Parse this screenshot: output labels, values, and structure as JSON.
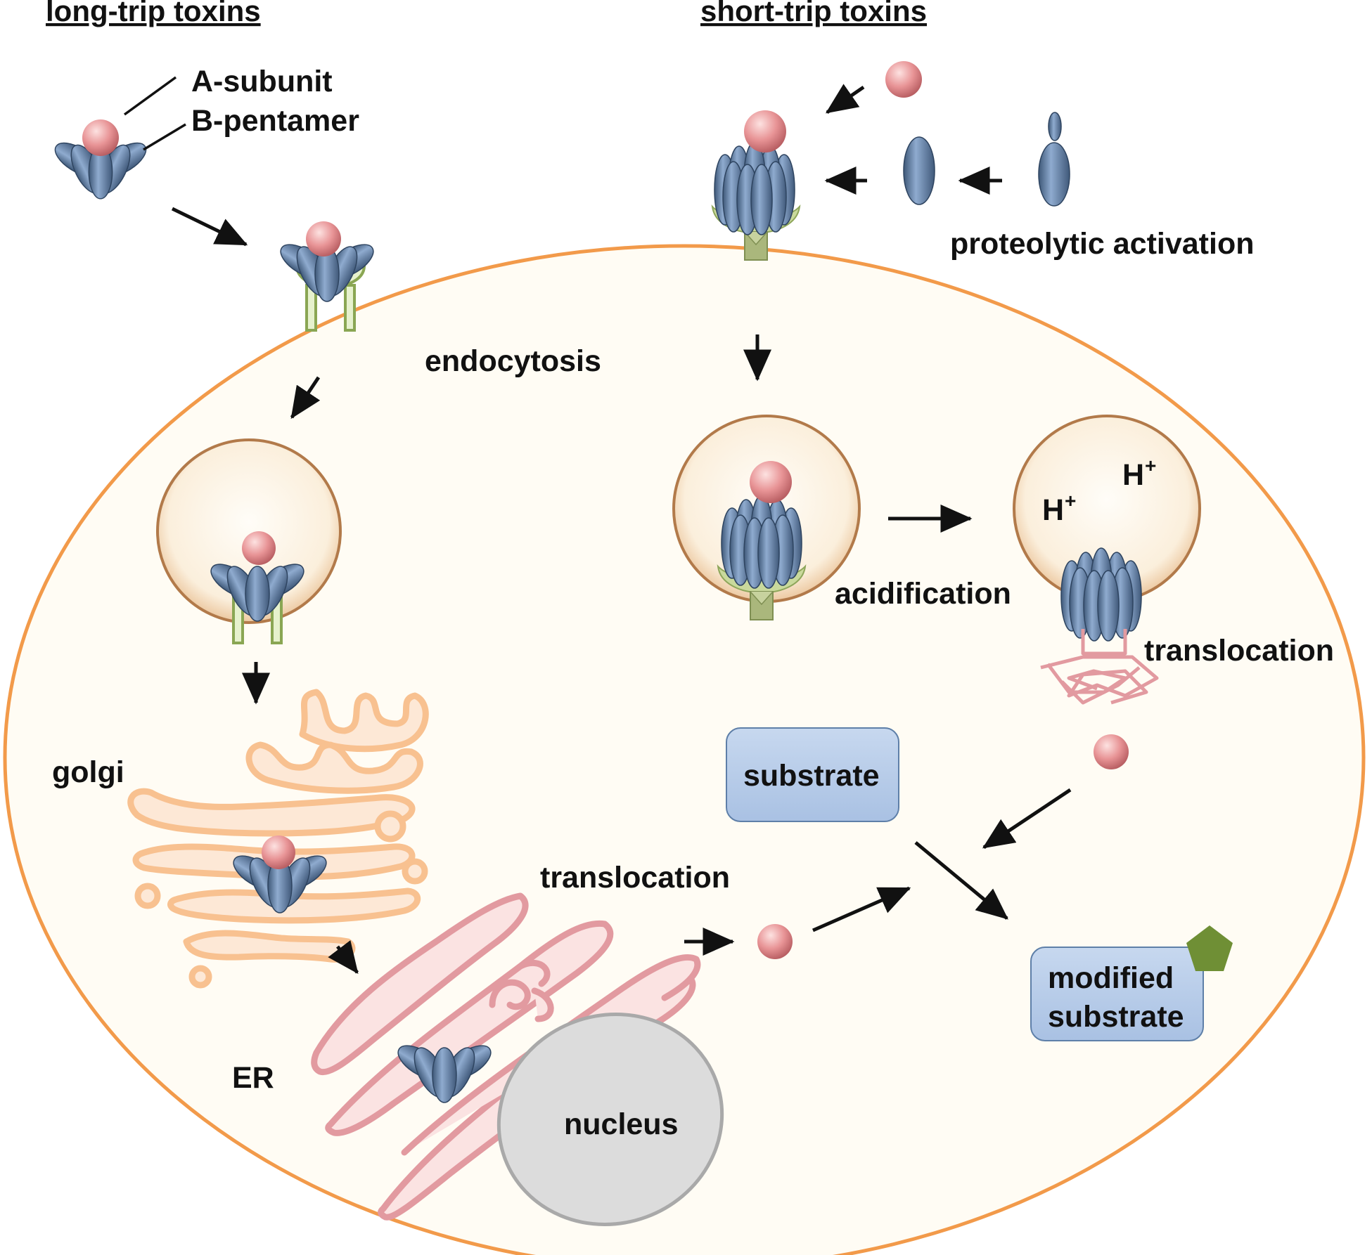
{
  "headers": {
    "long_trip": "long-trip toxins",
    "short_trip": "short-trip toxins"
  },
  "legend": {
    "a_subunit": "A-subunit",
    "b_pentamer": "B-pentamer"
  },
  "labels": {
    "proteolytic_activation": "proteolytic activation",
    "endocytosis": "endocytosis",
    "acidification": "acidification",
    "translocation_endosome": "translocation",
    "golgi": "golgi",
    "substrate": "substrate",
    "translocation_er": "translocation",
    "er": "ER",
    "nucleus": "nucleus",
    "modified_substrate_line1": "modified",
    "modified_substrate_line2": "substrate"
  },
  "proton": {
    "symbol": "H",
    "charge": "+"
  },
  "colors": {
    "cell_membrane": "#f29a4a",
    "cell_fill": "#fffcf4",
    "a_subunit": "#e89496",
    "b_subunit": "#6d8bb0",
    "receptor": "#93a968",
    "golgi": "#f8c190",
    "er": "#e29aa0",
    "nucleus": "#dcdcdc",
    "substrate_box": "#b8cde9",
    "modification": "#6f8f35"
  }
}
